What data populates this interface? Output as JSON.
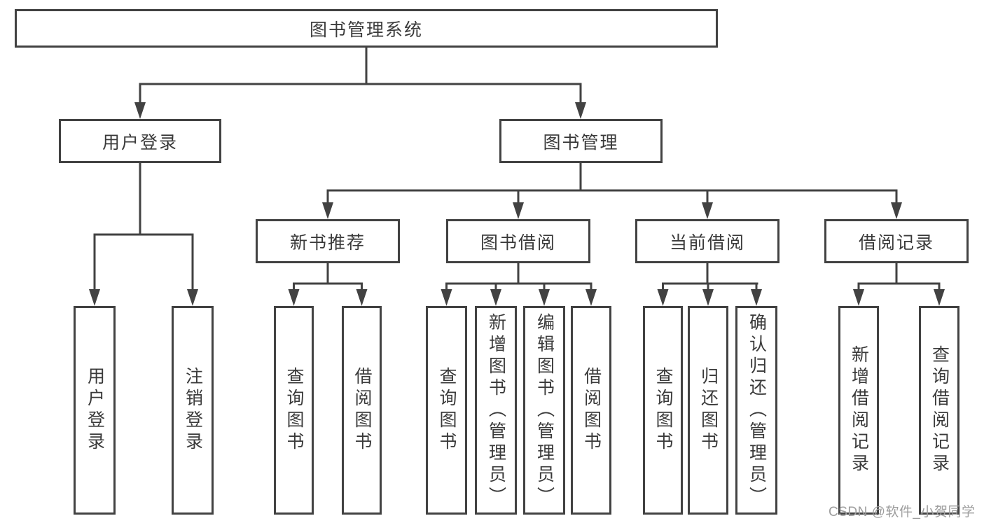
{
  "watermark": "CSDN @软件_小贺同学",
  "diagram": {
    "type": "tree",
    "root": "图书管理系统",
    "children": [
      {
        "label": "用户登录",
        "children": [
          "用户登录",
          "注销登录"
        ]
      },
      {
        "label": "图书管理",
        "children": [
          {
            "label": "新书推荐",
            "children": [
              "查询图书",
              "借阅图书"
            ]
          },
          {
            "label": "图书借阅",
            "children": [
              "查询图书",
              "新增图书（管理员）",
              "编辑图书（管理员）",
              "借阅图书"
            ]
          },
          {
            "label": "当前借阅",
            "children": [
              "查询图书",
              "归还图书",
              "确认归还（管理员）"
            ]
          },
          {
            "label": "借阅记录",
            "children": [
              "新增借阅记录",
              "查询借阅记录"
            ]
          }
        ]
      }
    ],
    "colors": {
      "line": "#424242",
      "text": "#3a3a3a",
      "watermark": "#9d9d9d",
      "background": "#ffffff"
    }
  }
}
